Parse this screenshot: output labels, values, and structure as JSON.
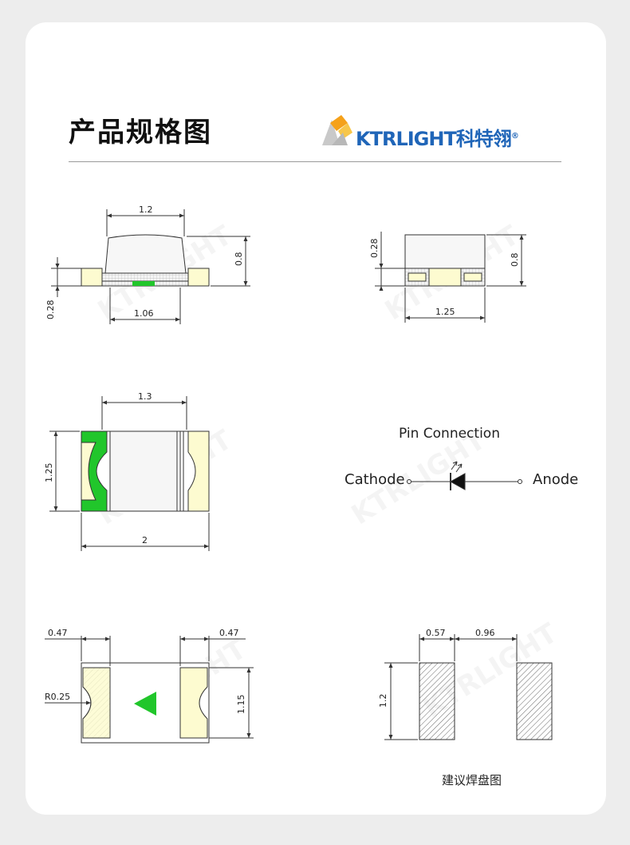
{
  "header": {
    "title": "产品规格图",
    "brand_name": "KTRLIGHT科特翎",
    "brand_reg": "®"
  },
  "watermark": "KTRLIGHT",
  "side_view": {
    "top_width": "1.2",
    "height": "0.8",
    "pad_height": "0.28",
    "bottom_width": "1.06"
  },
  "end_view": {
    "pad_height": "0.28",
    "height": "0.8",
    "width": "1.25"
  },
  "top_view": {
    "inner_width": "1.3",
    "height": "1.25",
    "length": "2"
  },
  "pin_connection": {
    "title": "Pin Connection",
    "cathode": "Cathode",
    "anode": "Anode"
  },
  "bottom_view": {
    "left_pad": "0.47",
    "right_pad": "0.47",
    "radius": "R0.25",
    "height": "1.15"
  },
  "solder_pad": {
    "pad_width": "0.57",
    "gap": "0.96",
    "pad_height": "1.2",
    "caption": "建议焊盘图"
  },
  "colors": {
    "pad_fill": "#fdfbd0",
    "green": "#21c62b",
    "brand_blue": "#1f65b8",
    "brand_orange": "#f5a11a"
  }
}
